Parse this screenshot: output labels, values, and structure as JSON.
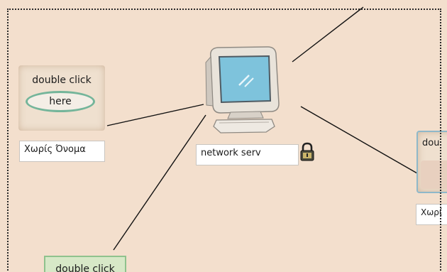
{
  "nodes": {
    "left": {
      "caption": "double click",
      "ellipse_text": "here",
      "label": "Χωρίς Όνομα"
    },
    "center": {
      "label": "network serv",
      "icon": "computer-monitor-icon",
      "lock_icon": "lock-icon"
    },
    "right": {
      "caption": "dou",
      "label": "Χωρί"
    },
    "bottom": {
      "caption": "double click"
    }
  },
  "colors": {
    "canvas_bg": "#f3dfcd",
    "ellipse_border": "#74b59a",
    "bottom_node_bg": "#d7e8c7",
    "monitor_screen": "#7ec3dc"
  }
}
